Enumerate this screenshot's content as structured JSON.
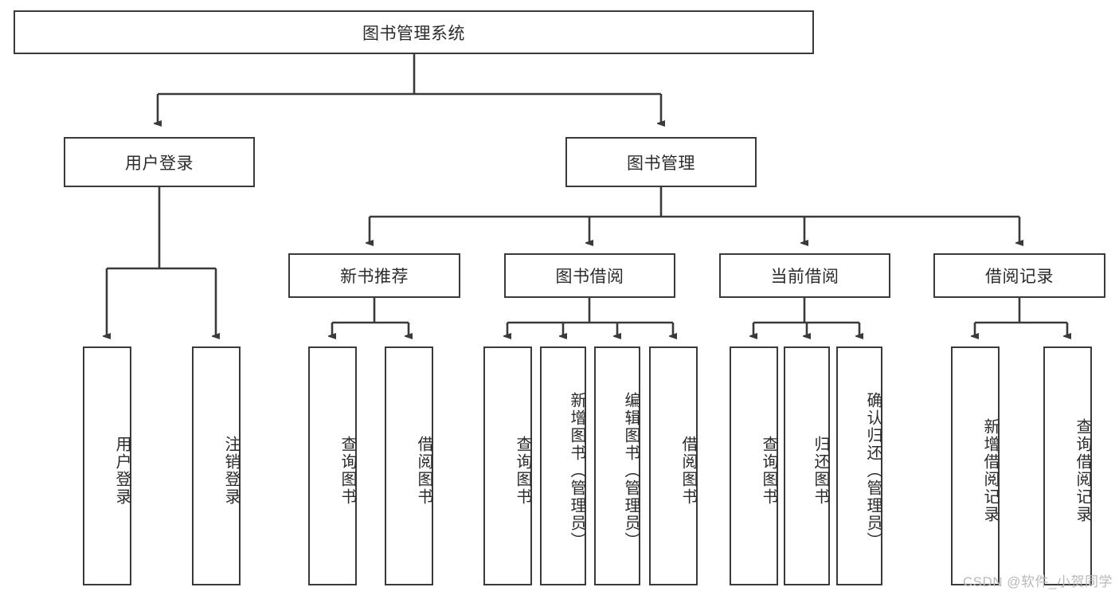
{
  "diagram": {
    "title": "图书管理系统",
    "type": "tree",
    "background_color": "#ffffff",
    "node_border_color": "#3a3a3a",
    "node_fill_color": "#ffffff",
    "text_color": "#2b2b2b",
    "connector_color": "#3a3a3a"
  },
  "nodes": {
    "root": {
      "label": "图书管理系统",
      "level": 1
    },
    "level2": [
      {
        "id": "user-login",
        "label": "用户登录"
      },
      {
        "id": "book-management",
        "label": "图书管理"
      }
    ],
    "level3": [
      {
        "id": "new-book-recommend",
        "label": "新书推荐",
        "parent": "book-management"
      },
      {
        "id": "book-borrow",
        "label": "图书借阅",
        "parent": "book-management"
      },
      {
        "id": "current-borrow",
        "label": "当前借阅",
        "parent": "book-management"
      },
      {
        "id": "borrow-record",
        "label": "借阅记录",
        "parent": "book-management"
      }
    ],
    "leaves": [
      {
        "id": "leaf-user-login",
        "label": "用户登录",
        "parent": "user-login"
      },
      {
        "id": "leaf-logout",
        "label": "注销登录",
        "parent": "user-login"
      },
      {
        "id": "leaf-query-book-1",
        "label": "查询图书",
        "parent": "new-book-recommend"
      },
      {
        "id": "leaf-borrow-book-1",
        "label": "借阅图书",
        "parent": "new-book-recommend"
      },
      {
        "id": "leaf-query-book-2",
        "label": "查询图书",
        "parent": "book-borrow"
      },
      {
        "id": "leaf-add-book",
        "label": "新增图书（管理员）",
        "parent": "book-borrow"
      },
      {
        "id": "leaf-edit-book",
        "label": "编辑图书（管理员）",
        "parent": "book-borrow"
      },
      {
        "id": "leaf-borrow-book-2",
        "label": "借阅图书",
        "parent": "book-borrow"
      },
      {
        "id": "leaf-query-book-3",
        "label": "查询图书",
        "parent": "current-borrow"
      },
      {
        "id": "leaf-return-book",
        "label": "归还图书",
        "parent": "current-borrow"
      },
      {
        "id": "leaf-confirm-return",
        "label": "确认归还（管理员）",
        "parent": "current-borrow"
      },
      {
        "id": "leaf-add-record",
        "label": "新增借阅记录",
        "parent": "borrow-record"
      },
      {
        "id": "leaf-query-record",
        "label": "查询借阅记录",
        "parent": "borrow-record"
      }
    ]
  },
  "watermark": {
    "text": "CSDN @软件_小贺同学"
  }
}
